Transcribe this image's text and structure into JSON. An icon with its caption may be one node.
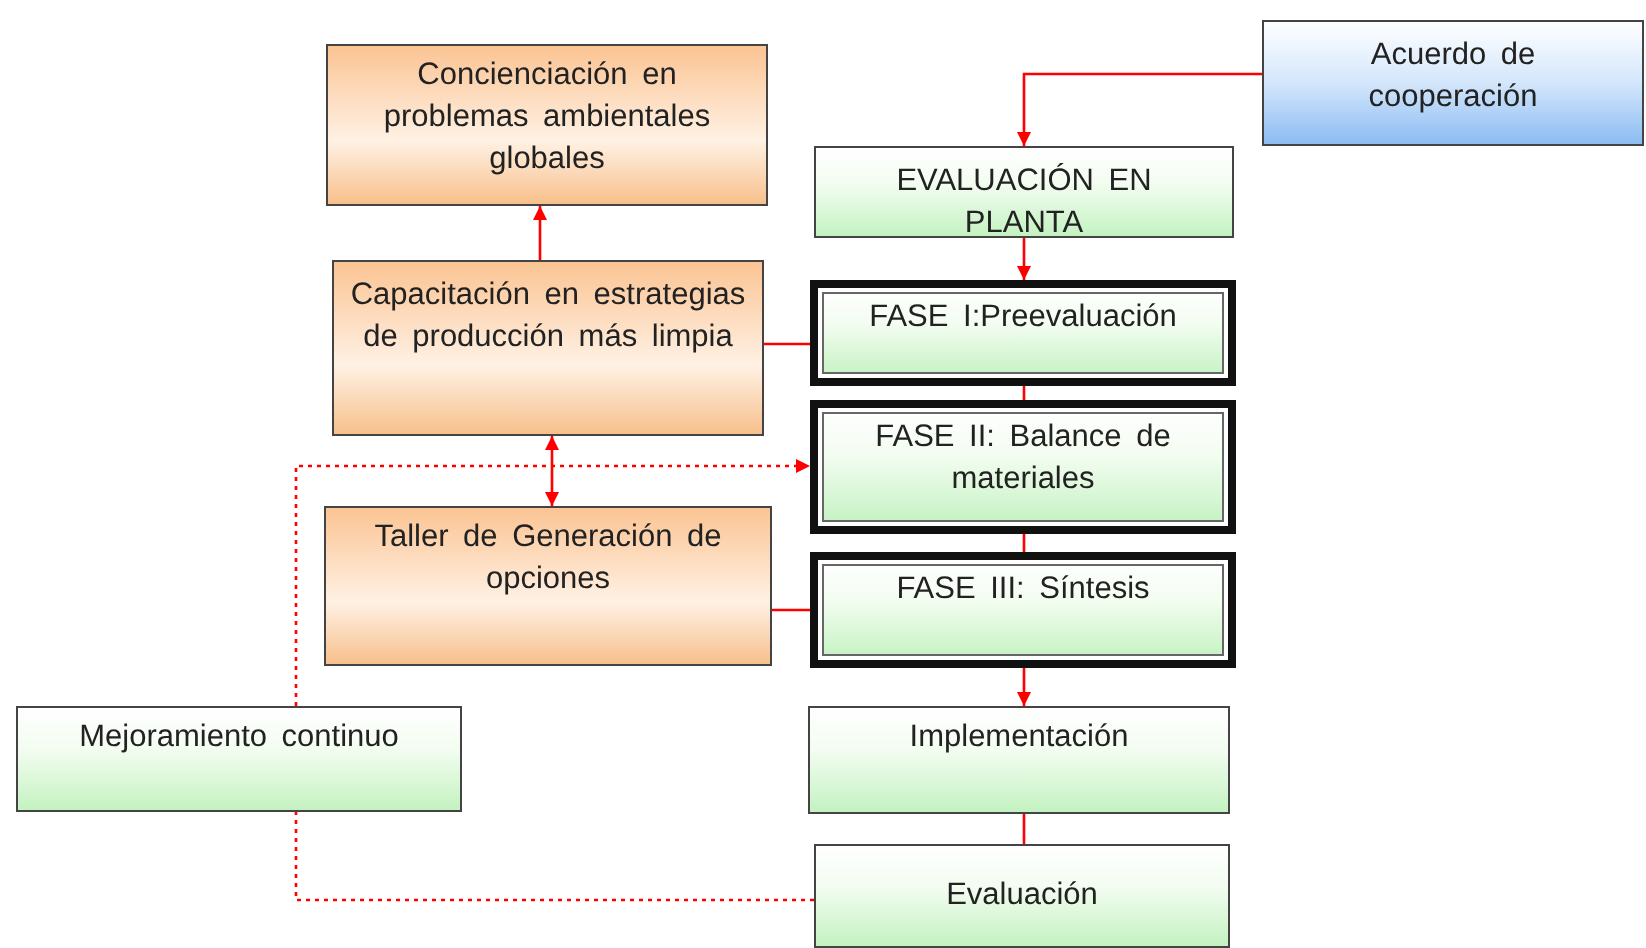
{
  "diagram": {
    "nodes": [
      {
        "text": [
          "Concienciación en problemas ambientales globales"
        ]
      },
      {
        "text": [
          "Acuerdo de cooperación"
        ]
      },
      {
        "text": [
          "EVALUACIÓN EN PLANTA"
        ]
      },
      {
        "text": [
          "Capacitación en estrategias de producción más limpia"
        ]
      },
      {
        "text": [
          "FASE I:Preevaluación"
        ]
      },
      {
        "text": [
          "FASE II: Balance de materiales"
        ]
      },
      {
        "text": [
          "Taller de Generación de opciones"
        ]
      },
      {
        "text": [
          "FASE III: Síntesis"
        ]
      },
      {
        "text": [
          "Mejoramiento continuo"
        ]
      },
      {
        "text": [
          "Implementación"
        ]
      },
      {
        "text": [
          "Evaluación"
        ]
      }
    ],
    "edges": [
      {
        "from": 1,
        "to": 2,
        "arrow": "to"
      },
      {
        "from": 3,
        "to": 0,
        "arrow": "to"
      },
      {
        "from": 2,
        "to": 4,
        "arrow": "to"
      },
      {
        "from": 3,
        "to": 4,
        "arrow": "none"
      },
      {
        "from": 4,
        "to": 5,
        "arrow": "none"
      },
      {
        "from": 5,
        "to": 7,
        "arrow": "none"
      },
      {
        "from": 6,
        "to": 7,
        "arrow": "none"
      },
      {
        "from": 7,
        "to": 9,
        "arrow": "to"
      },
      {
        "from": 9,
        "to": 10,
        "arrow": "none"
      },
      {
        "from": 3,
        "to": 6,
        "arrow": "both"
      },
      {
        "from": 8,
        "to": 5,
        "arrow": "to",
        "style": "dashed"
      },
      {
        "from": 10,
        "to": 8,
        "arrow": "none",
        "style": "dashed"
      }
    ]
  }
}
